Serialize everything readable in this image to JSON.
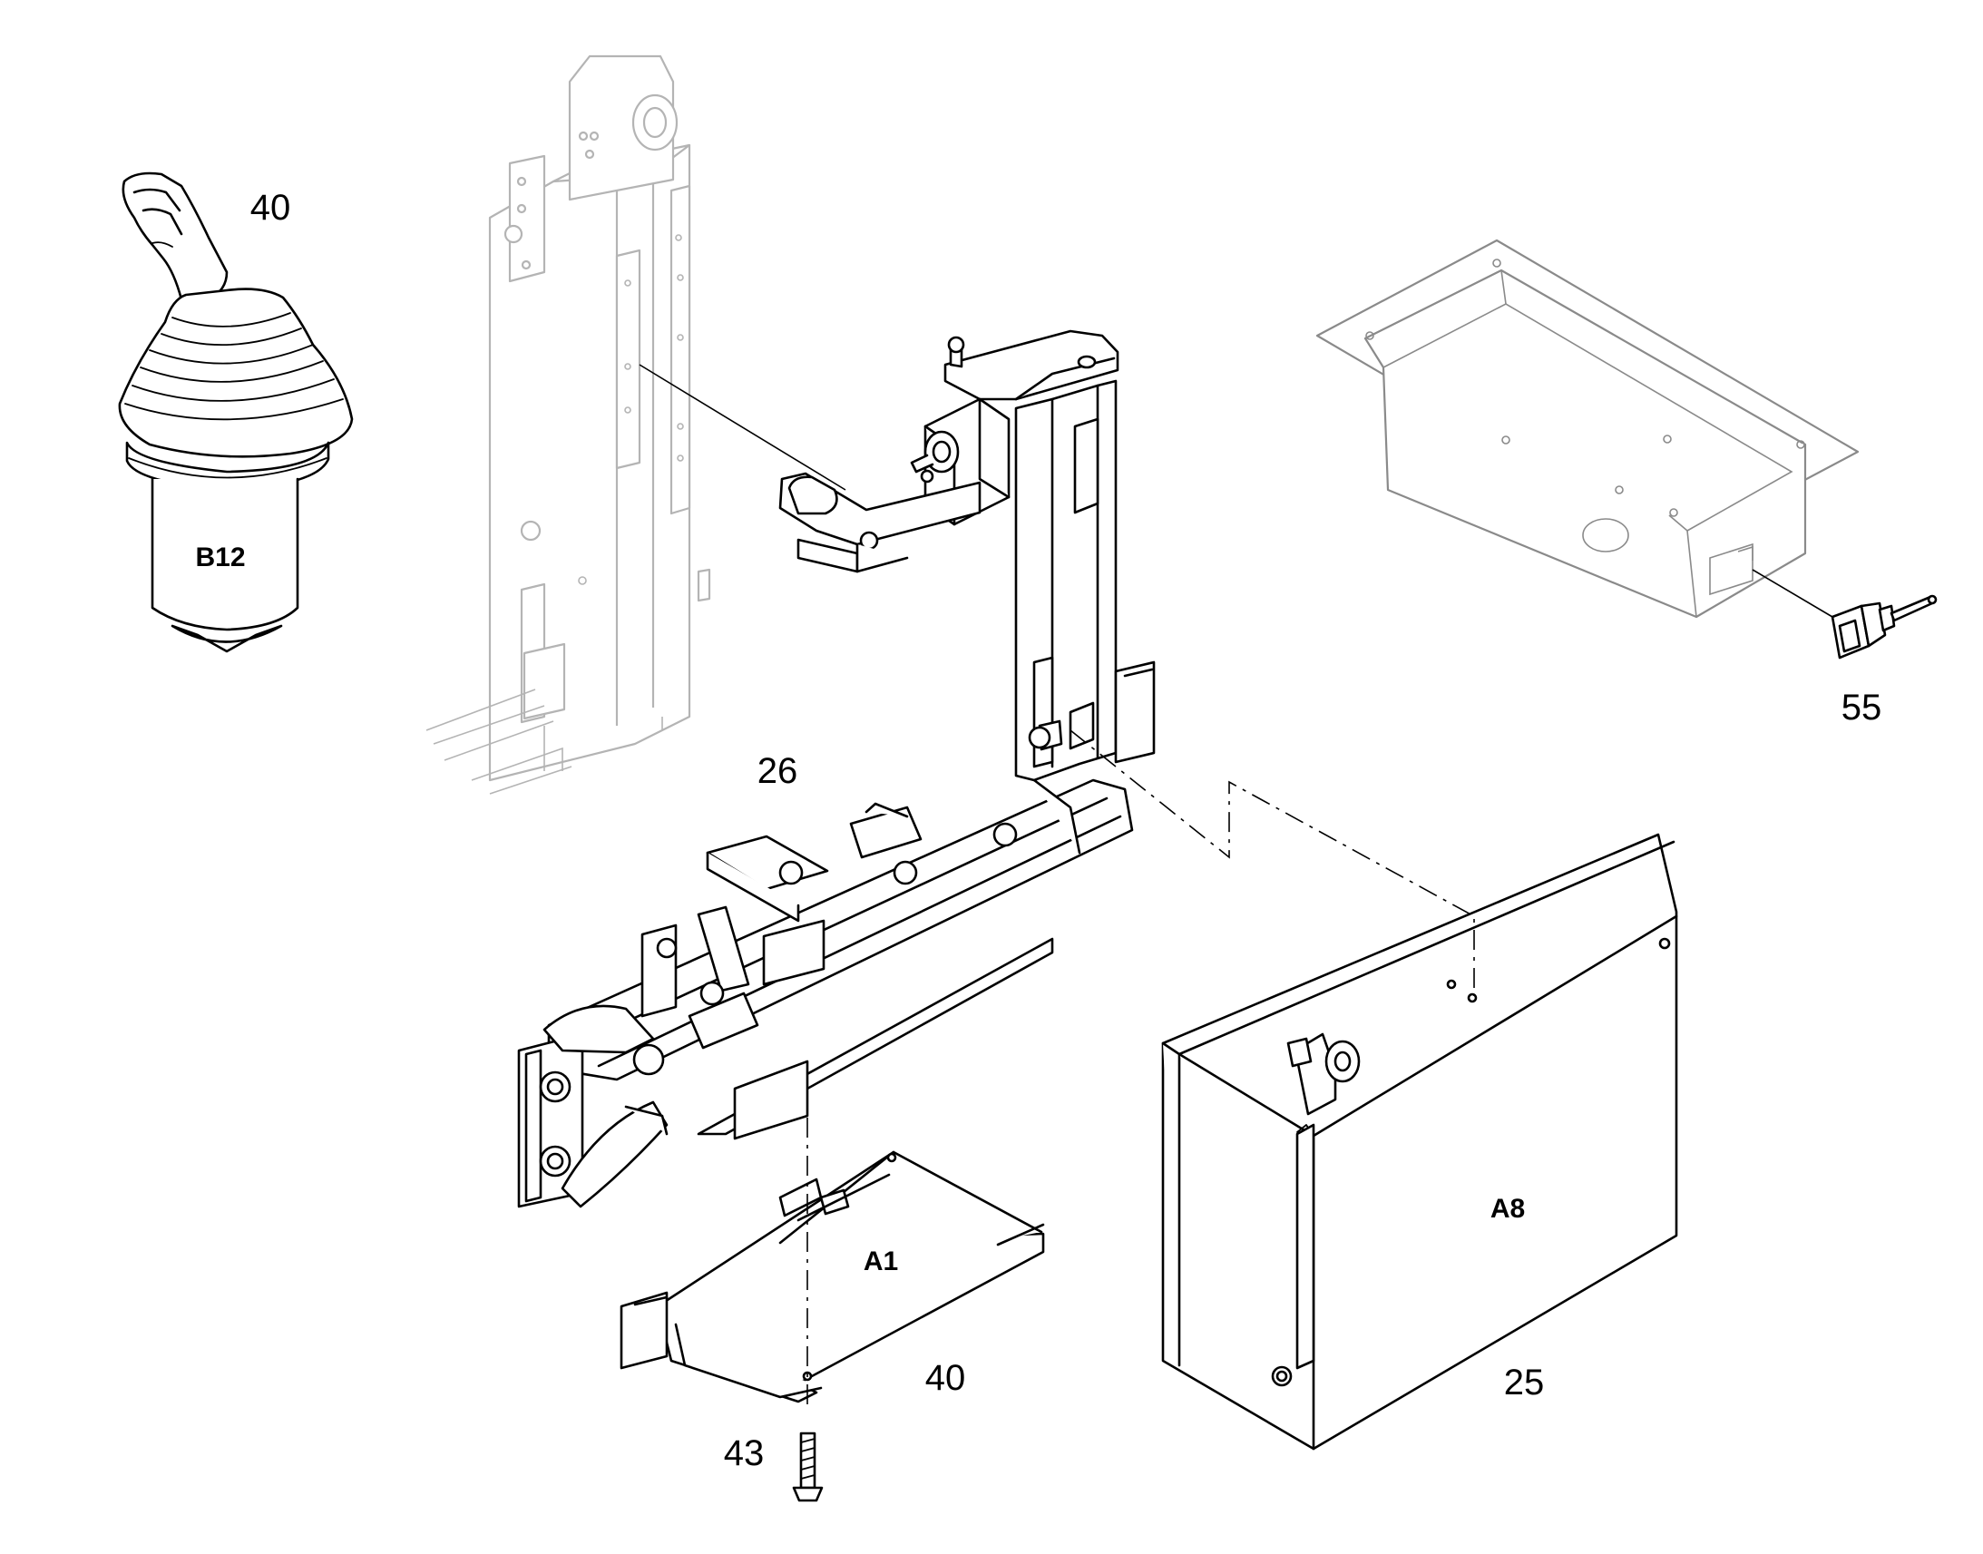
{
  "callouts": {
    "joystick_item": "40",
    "bracket_item": "26",
    "toggle_switch_item": "55",
    "control_box_item": "25",
    "module_item": "40",
    "screw_item": "43"
  },
  "reference_designators": {
    "joystick": "B12",
    "control_box": "A8",
    "module": "A1"
  }
}
